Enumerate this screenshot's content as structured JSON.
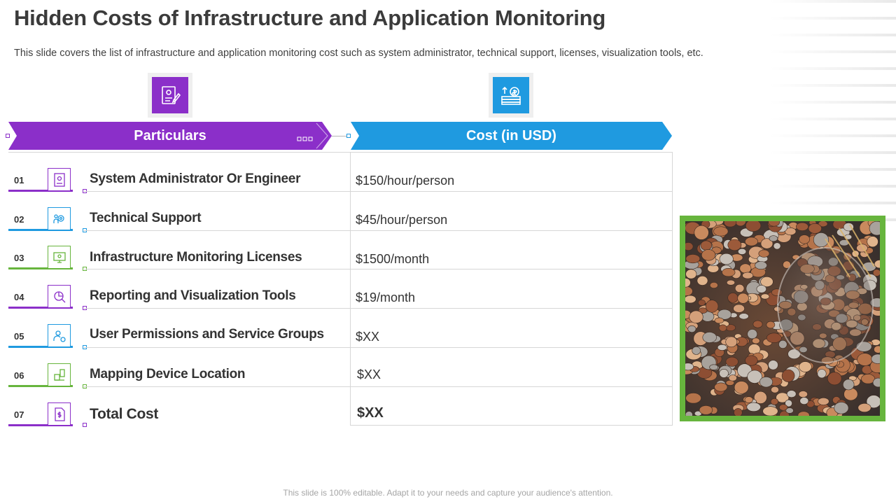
{
  "title": "Hidden Costs of Infrastructure and Application Monitoring",
  "subtitle": "This slide covers the list of infrastructure  and application monitoring cost such as system administrator, technical support, licenses, visualization tools, etc.",
  "headers": {
    "particulars": "Particulars",
    "cost": "Cost (in USD)"
  },
  "rows": [
    {
      "num": "01",
      "label": "System Administrator Or Engineer",
      "cost": "$150/hour/person",
      "color": "#8b2fc9",
      "icon": "id-badge-icon"
    },
    {
      "num": "02",
      "label": "Technical Support",
      "cost": "$45/hour/person",
      "color": "#1f9ae0",
      "icon": "support-gear-icon"
    },
    {
      "num": "03",
      "label": "Infrastructure Monitoring Licenses",
      "cost": "$1500/month",
      "color": "#67b53d",
      "icon": "license-monitor-icon"
    },
    {
      "num": "04",
      "label": "Reporting and Visualization Tools",
      "cost": "$19/month",
      "color": "#8b2fc9",
      "icon": "report-chart-icon"
    },
    {
      "num": "05",
      "label": "User Permissions and Service Groups",
      "cost": "$XX",
      "color": "#1f9ae0",
      "icon": "user-settings-icon"
    },
    {
      "num": "06",
      "label": "Mapping Device Location",
      "cost": "$XX",
      "color": "#67b53d",
      "icon": "device-location-icon"
    },
    {
      "num": "07",
      "label": "Total Cost",
      "cost": "$XX",
      "color": "#8b2fc9",
      "icon": "dollar-document-icon"
    }
  ],
  "colors": {
    "purple": "#8b2fc9",
    "blue": "#1f9ae0",
    "green": "#67b53d"
  },
  "footer": "This slide is 100% editable. Adapt it to your needs and capture your audience's attention."
}
